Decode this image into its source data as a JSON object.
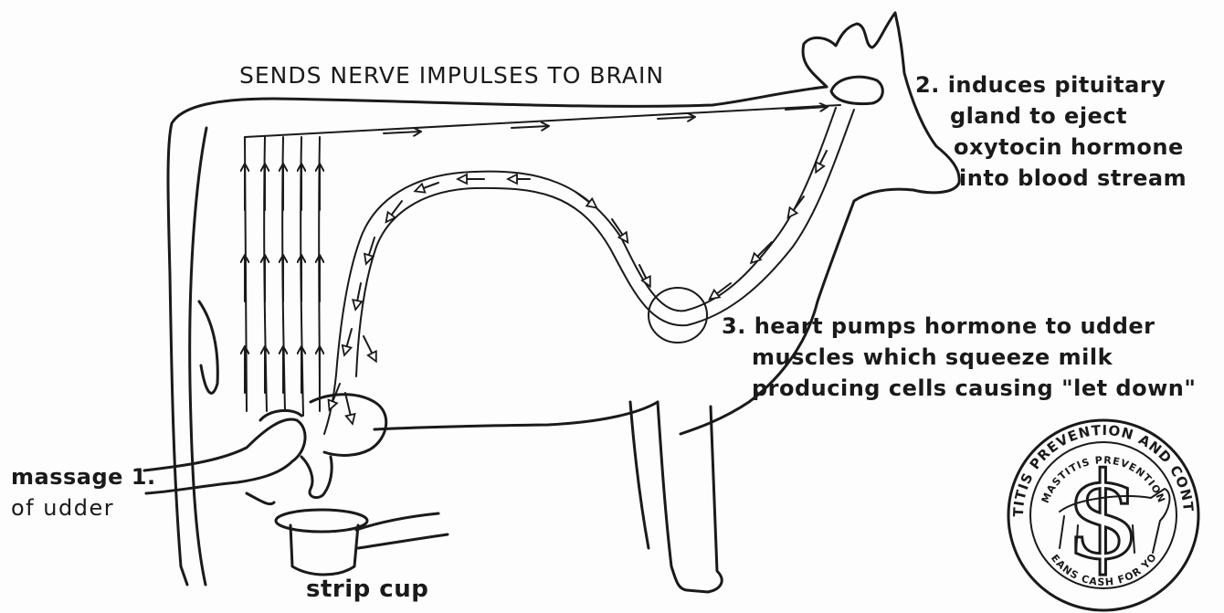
{
  "diagram": {
    "title": "SENDS NERVE IMPULSES TO BRAIN",
    "steps": {
      "one": {
        "number": "1.",
        "lines": [
          "massage",
          "of udder"
        ]
      },
      "two": {
        "number": "2.",
        "lines": [
          "induces pituitary",
          "gland to eject",
          "oxytocin hormone",
          "into blood stream"
        ]
      },
      "three": {
        "number": "3.",
        "lines": [
          "heart pumps hormone to udder",
          "muscles which squeeze milk",
          "producing cells causing \"let down\""
        ]
      }
    },
    "strip_cup_label": "strip cup"
  },
  "seal": {
    "outer_text": "VIRGINIA MASTITIS PREVENTION AND CONTROL PROGRAM",
    "inner_text": "MASTITIS PREVENTION",
    "bottom_text": "MEANS CASH FOR YOU",
    "symbol": "$"
  }
}
